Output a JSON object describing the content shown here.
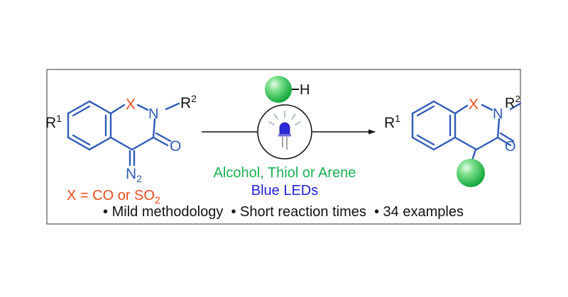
{
  "colors": {
    "bond_blue": "#2f5bb7",
    "hetero_orange": "#ea4b1c",
    "reagent_green": "#18b050",
    "led_blue": "#1f1fdc",
    "text_black": "#111111",
    "frame": "#555555"
  },
  "icons": {
    "radical_sphere": "green-sphere-icon",
    "light_source": "blue-led-icon"
  },
  "starting_material": {
    "r1": "R",
    "r1_sup": "1",
    "x": "X",
    "n": "N",
    "r2": "R",
    "r2_sup": "2",
    "o": "O",
    "n2": "N",
    "n2_sub": "2"
  },
  "x_definition": {
    "prefix": "X = CO or SO",
    "sub": "2"
  },
  "reagent": {
    "h": "H"
  },
  "conditions": {
    "line1": "Alcohol, Thiol or Arene",
    "line2": "Blue LEDs"
  },
  "product": {
    "r1": "R",
    "r1_sup": "1",
    "x": "X",
    "n": "N",
    "r2": "R",
    "r2_sup": "2",
    "o": "O"
  },
  "highlights": "• Mild methodology  • Short reaction times  • 34 examples"
}
